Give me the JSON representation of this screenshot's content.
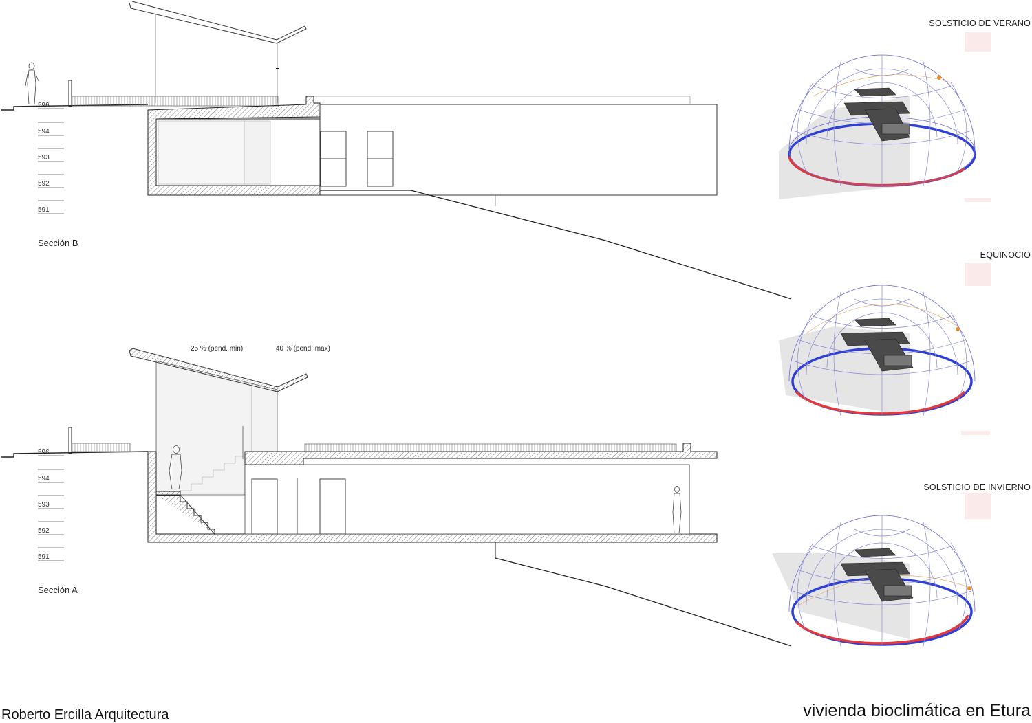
{
  "section_b": {
    "title": "Sección B",
    "levels": [
      "596",
      "594",
      "593",
      "592",
      "591"
    ]
  },
  "section_a": {
    "title": "Sección A",
    "levels": [
      "596",
      "594",
      "593",
      "592",
      "591"
    ],
    "slope_min": "25 % (pend. min)",
    "slope_max": "40 % (pend. max)"
  },
  "sun_studies": [
    {
      "label": "SOLSTICIO DE VERANO"
    },
    {
      "label": "EQUINOCIO"
    },
    {
      "label": "SOLSTICIO DE INVIERNO"
    }
  ],
  "footer": {
    "author": "Roberto Ercilla Arquitectura",
    "project": "vivienda bioclimática en Etura"
  },
  "colors": {
    "line": "#222222",
    "hatch": "#555555",
    "dome_grid": "#6a6ad0",
    "dome_ring_red": "#e23a3a",
    "dome_ring_blue": "#2e3fd6",
    "building": "#4a4a4a"
  }
}
